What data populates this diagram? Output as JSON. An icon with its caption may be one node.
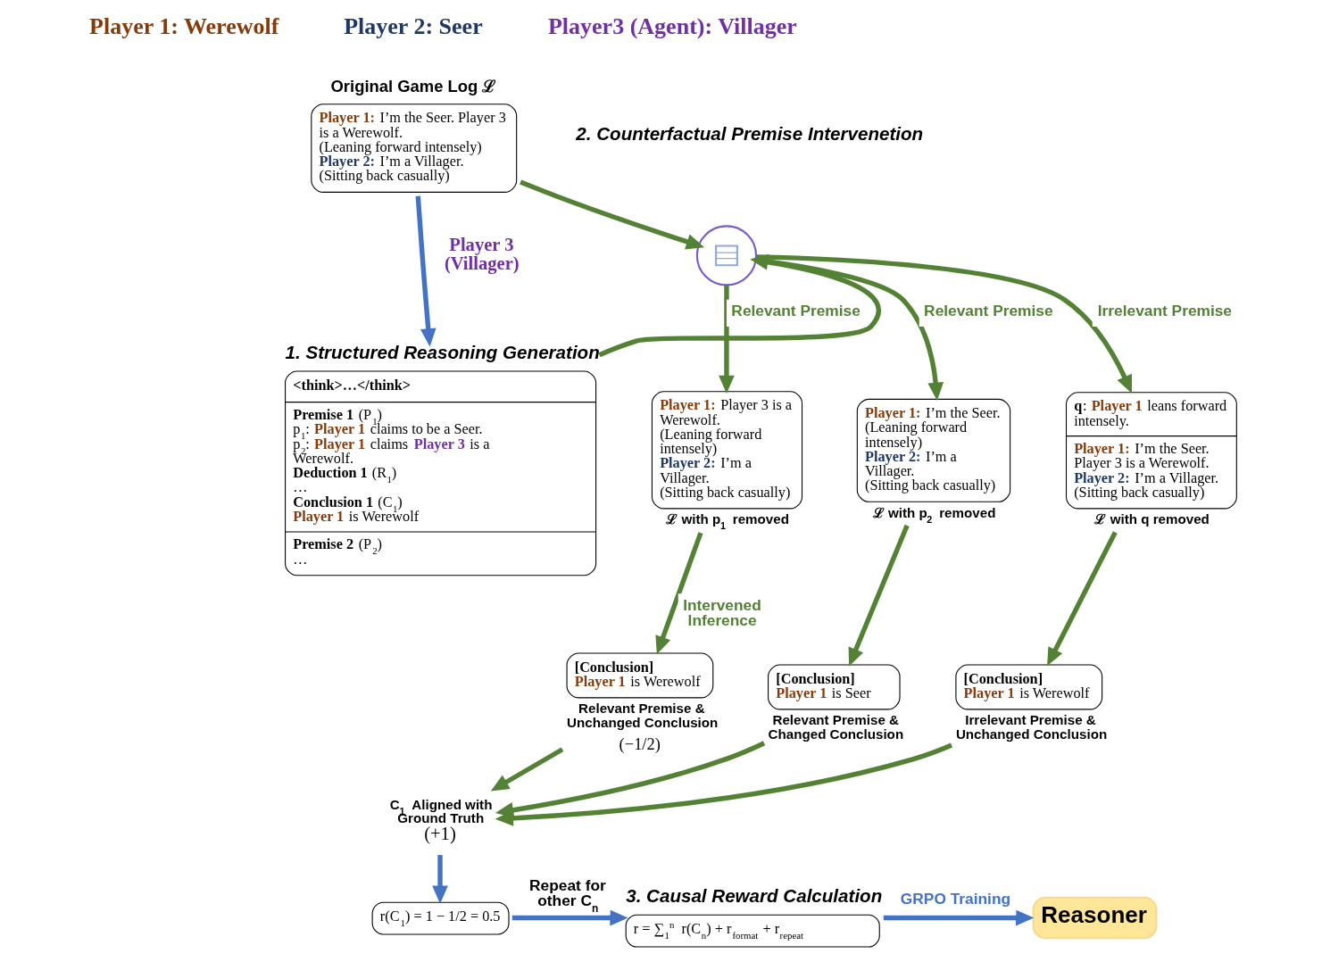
{
  "diagram": {
    "nodes": [
      {
        "text": [
          "Original Game Log ℒ",
          "**Player 1:** I’m the Seer. Player 3 is a Werewolf.",
          "(Leaning forward intensely)",
          "**Player 2:** I’m a Villager.",
          "(Sitting back casually)"
        ]
      },
      {
        "text": [],
        "shape": "picture"
      },
      {
        "text": [
          "1. Structured Reasoning Generation",
          "<think>…</think>",
          "**Premise 1** (P$_{1}$)",
          "p$_{1}$: **Player 1** claims to be a Seer.",
          "p$_{2}$: **Player 1** claims **Player 3** is a Werewolf.",
          "**Deduction 1** (R$_{1}$)",
          "…",
          "**Conclusion 1** (C$_{1}$)",
          "**Player 1** is Werewolf",
          "**Premise 2** (P$_{2}$)",
          "…"
        ]
      },
      {
        "text": [
          "**Player 1:** Player 3 is a Werewolf.",
          "(Leaning forward intensely)",
          "**Player 2:** I’m a Villager.",
          "(Sitting back casually)"
        ],
        "beside": [
          "ℒ with p$_{1}$ removed"
        ]
      },
      {
        "text": [
          "**Player 1:** I’m the Seer.",
          "(Leaning forward intensely)",
          "**Player 2:** I’m a Villager.",
          "(Sitting back casually)"
        ],
        "beside": [
          "ℒ with p$_{2}$ removed"
        ]
      },
      {
        "text": [
          "**q**: **Player 1** leans forward intensely.",
          "**Player 1:** I’m the Seer. Player 3 is a Werewolf.",
          "**Player 2:** I’m a Villager.",
          "(Sitting back casually)"
        ],
        "beside": [
          "ℒ with q removed"
        ]
      },
      {
        "text": [
          "[Conclusion]",
          "**Player 1** is Werewolf"
        ],
        "beside": [
          "Relevant Premise & Unchanged Conclusion",
          "(−1/2)"
        ]
      },
      {
        "text": [
          "[Conclusion]",
          "**Player 1** is Seer"
        ],
        "beside": [
          "Relevant Premise & Changed Conclusion"
        ]
      },
      {
        "text": [
          "[Conclusion]",
          "**Player 1** is Werewolf"
        ],
        "beside": [
          "Irrelevant Premise & Unchanged Conclusion"
        ]
      },
      {
        "text": [
          "C$_{1}$ Aligned with Ground Truth",
          "(+1)"
        ]
      },
      {
        "text": [
          "r(C$_{1}$) = 1 − 1/2 = 0.5"
        ]
      },
      {
        "text": [
          "3. Causal Reward Calculation",
          "r = ∑$_{1}$$^{n}$ r(C$_{n}$) + r$_{format}$ + r$_{repeat}$"
        ]
      },
      {
        "text": [
          "Reasoner"
        ]
      }
    ],
    "edges": [
      {
        "from": 0,
        "to": 2,
        "arrow": "to",
        "color": "#4472c4"
      },
      {
        "from": 0,
        "to": 1,
        "arrow": "to"
      },
      {
        "from": 2,
        "to": 1,
        "arrow": "to"
      },
      {
        "from": 1,
        "to": 3,
        "arrow": "to",
        "label": "Relevant Premise"
      },
      {
        "from": 1,
        "to": 4,
        "arrow": "to",
        "label": "Relevant Premise"
      },
      {
        "from": 1,
        "to": 5,
        "arrow": "to",
        "label": "Irrelevant Premise"
      },
      {
        "from": 3,
        "to": 6,
        "arrow": "to",
        "label": "Intervened Inference"
      },
      {
        "from": 4,
        "to": 7,
        "arrow": "to"
      },
      {
        "from": 5,
        "to": 8,
        "arrow": "to"
      },
      {
        "from": 6,
        "to": 9,
        "arrow": "to"
      },
      {
        "from": 7,
        "to": 9,
        "arrow": "to"
      },
      {
        "from": 8,
        "to": 9,
        "arrow": "to"
      },
      {
        "from": 9,
        "to": 10,
        "arrow": "to",
        "color": "#4472c4"
      },
      {
        "from": 10,
        "to": 11,
        "arrow": "to",
        "color": "#4472c4",
        "label": "Repeat for other C$_{n}$"
      },
      {
        "from": 11,
        "to": 12,
        "arrow": "to",
        "color": "#4472c4",
        "label": "GRPO Training"
      }
    ],
    "labels": [
      "Player 1: Werewolf",
      "Player 2: Seer",
      "Player3 (Agent): Villager",
      "2. Counterfactual Premise Intervenetion",
      "Player 3 (Villager)"
    ]
  }
}
